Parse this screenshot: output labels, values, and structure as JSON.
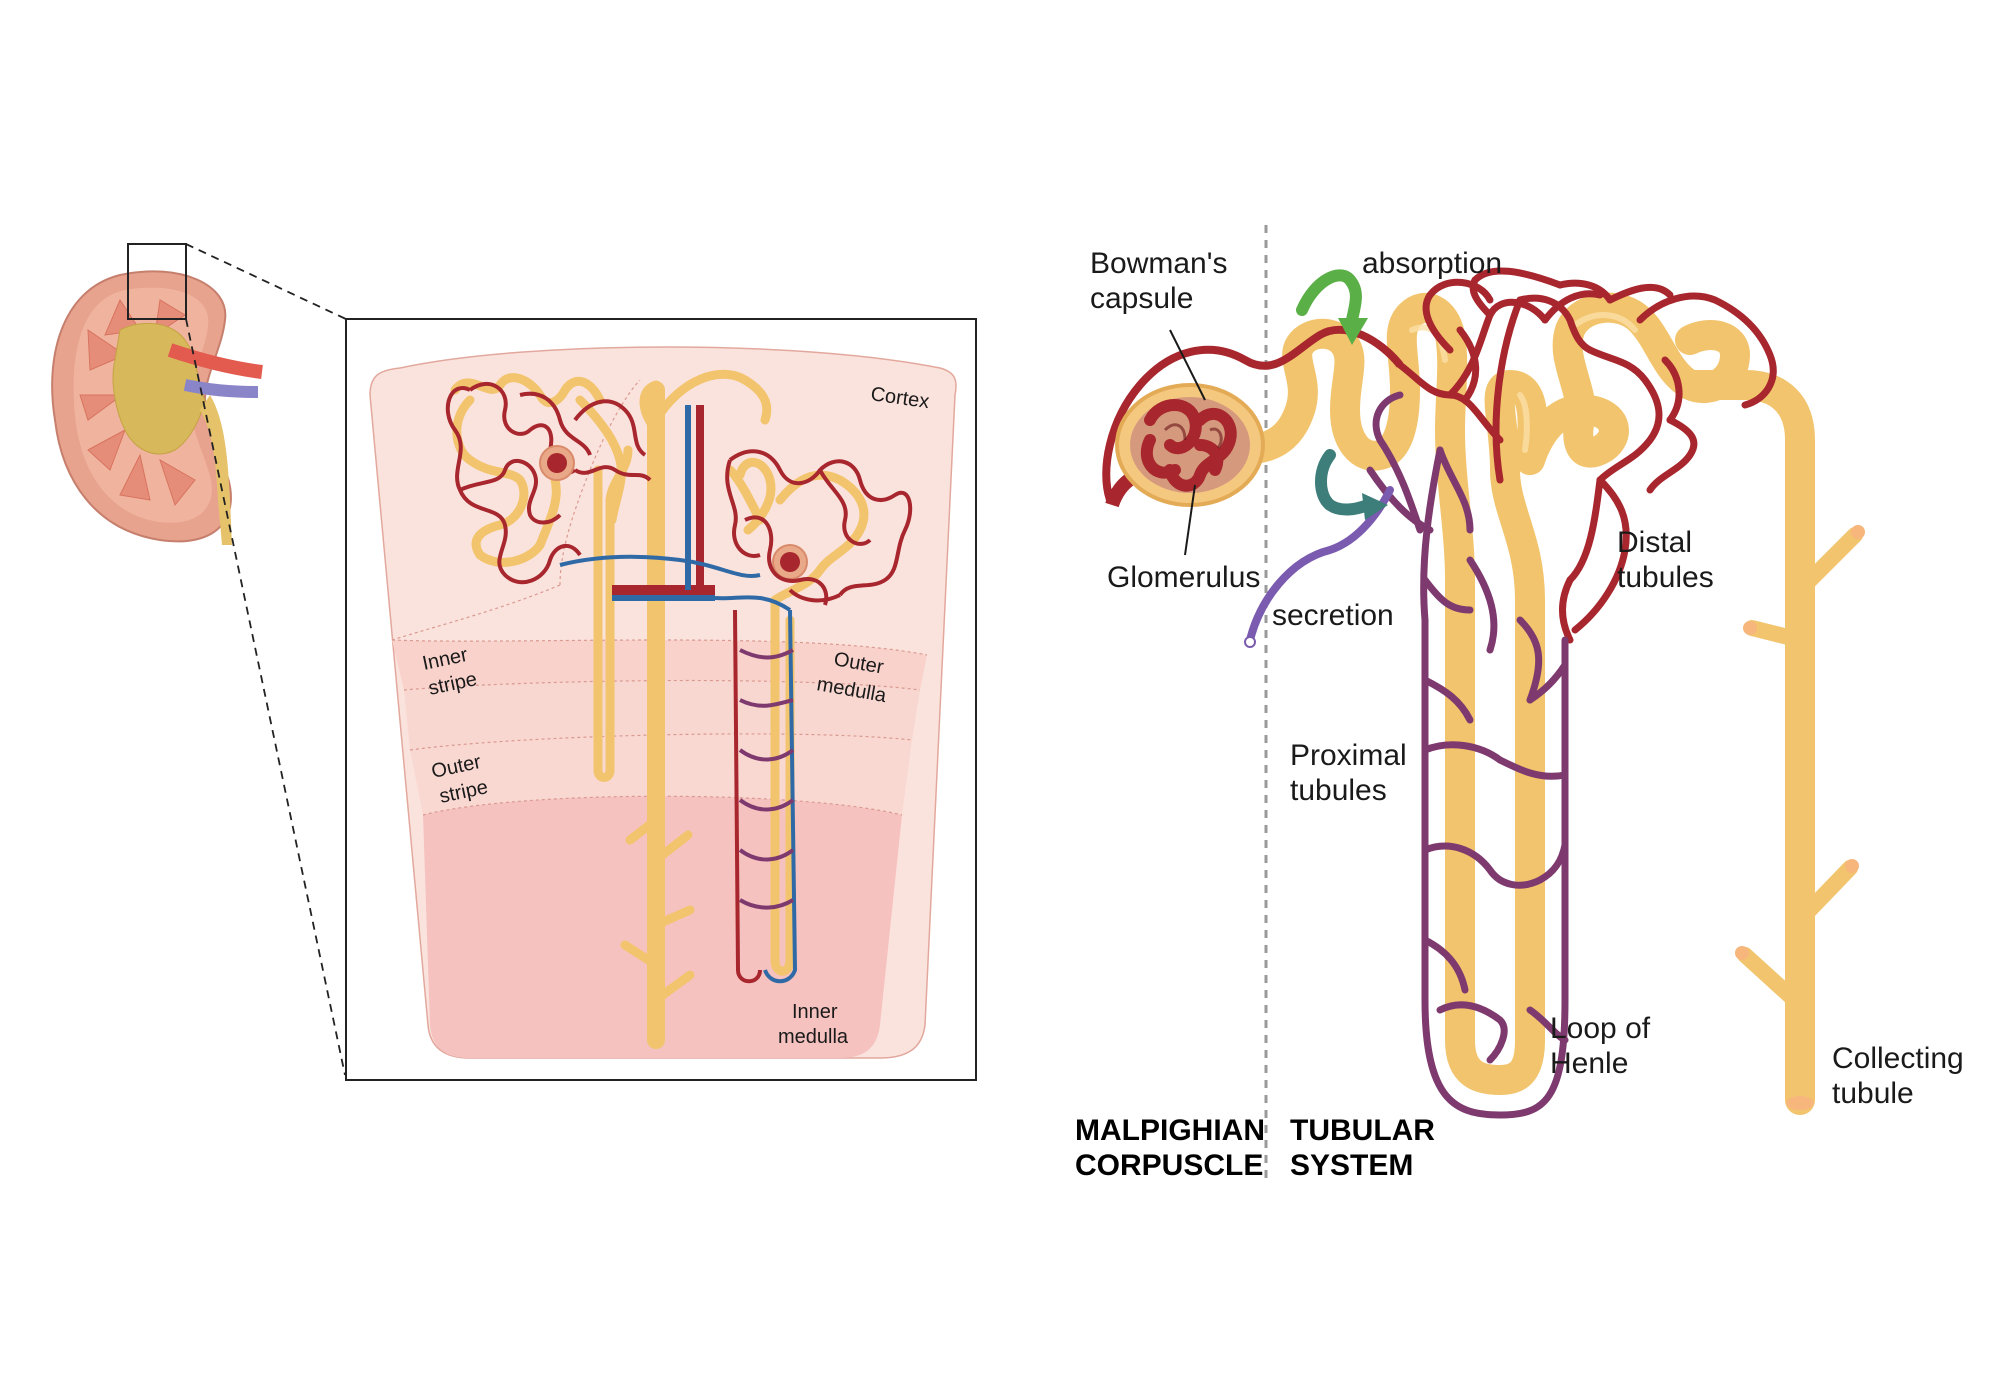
{
  "inset_labels": {
    "cortex": "Cortex",
    "inner_stripe": [
      "Inner",
      "stripe"
    ],
    "outer_stripe": [
      "Outer",
      "stripe"
    ],
    "outer_medulla": [
      "Outer",
      "medulla"
    ],
    "inner_medulla": [
      "Inner",
      "medulla"
    ]
  },
  "nephron_labels": {
    "bowmans_capsule": [
      "Bowman's",
      "capsule"
    ],
    "glomerulus": "Glomerulus",
    "absorption": "absorption",
    "secretion": "secretion",
    "proximal_tubules": [
      "Proximal",
      "tubules"
    ],
    "distal_tubules": [
      "Distal",
      "tubules"
    ],
    "loop_of_henle": [
      "Loop of",
      "Henle"
    ],
    "collecting_tubule": [
      "Collecting",
      "tubule"
    ]
  },
  "section_labels": {
    "malpighian": [
      "MALPIGHIAN",
      "CORPUSCLE"
    ],
    "tubular": [
      "TUBULAR",
      "SYSTEM"
    ]
  },
  "colors": {
    "tubule": "#f2c46d",
    "artery": "#a8262d",
    "vein": "#2f6aa6",
    "capillary_purple": "#7e3a6e",
    "cortex_bg": "#fbe3dd",
    "medulla_bg": "#f6c2c0",
    "absorption_arrow": "#5ab046",
    "secretion_arrow": "#3d7d7a",
    "secretion_vessel": "#7b5bb0"
  }
}
